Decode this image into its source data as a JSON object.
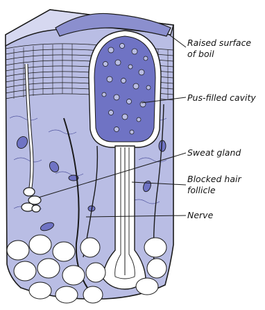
{
  "diagram": {
    "colors": {
      "tissue": "#b9bde4",
      "tissue_dark": "#8b8fce",
      "pus": "#6f73c4",
      "skin_top": "#d6d8f0",
      "outline": "#1a1a1a",
      "fat": "#ffffff"
    },
    "labels": [
      {
        "id": "raised-surface",
        "lines": [
          "Raised surface",
          "of boil"
        ]
      },
      {
        "id": "pus-cavity",
        "lines": [
          "Pus-filled cavity"
        ]
      },
      {
        "id": "sweat-gland",
        "lines": [
          "Sweat gland"
        ]
      },
      {
        "id": "blocked-follicle",
        "lines": [
          "Blocked hair",
          "follicle"
        ]
      },
      {
        "id": "nerve",
        "lines": [
          "Nerve"
        ]
      }
    ]
  }
}
